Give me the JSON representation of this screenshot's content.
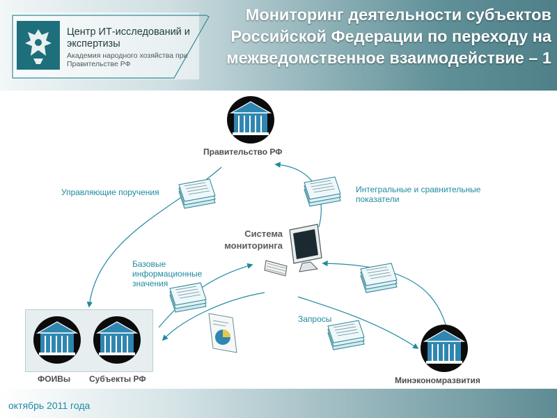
{
  "header": {
    "logo": {
      "name": "Центр ИТ-исследований и экспертизы",
      "subtitle": "Академия народного хозяйства при Правительстве РФ"
    },
    "title": "Мониторинг деятельности субъектов Российской Федерации по переходу на межведомственное взаимодействие – 1"
  },
  "diagram": {
    "nodes": {
      "government": "Правительство РФ",
      "center": "Система мониторинга",
      "foivs": "ФОИВы",
      "subjects": "Субъекты РФ",
      "minecon": "Минэкономразвития"
    },
    "flows": {
      "instructions": "Управляющие поручения",
      "indicators": "Интегральные и сравнительные показатели",
      "base_values": "Базовые информационные значения",
      "requests": "Запросы"
    }
  },
  "footer": {
    "date": "октябрь 2011 года"
  },
  "colors": {
    "accent": "#1f8aa0",
    "building": "#2f86b0",
    "document": "#dff1f4"
  }
}
